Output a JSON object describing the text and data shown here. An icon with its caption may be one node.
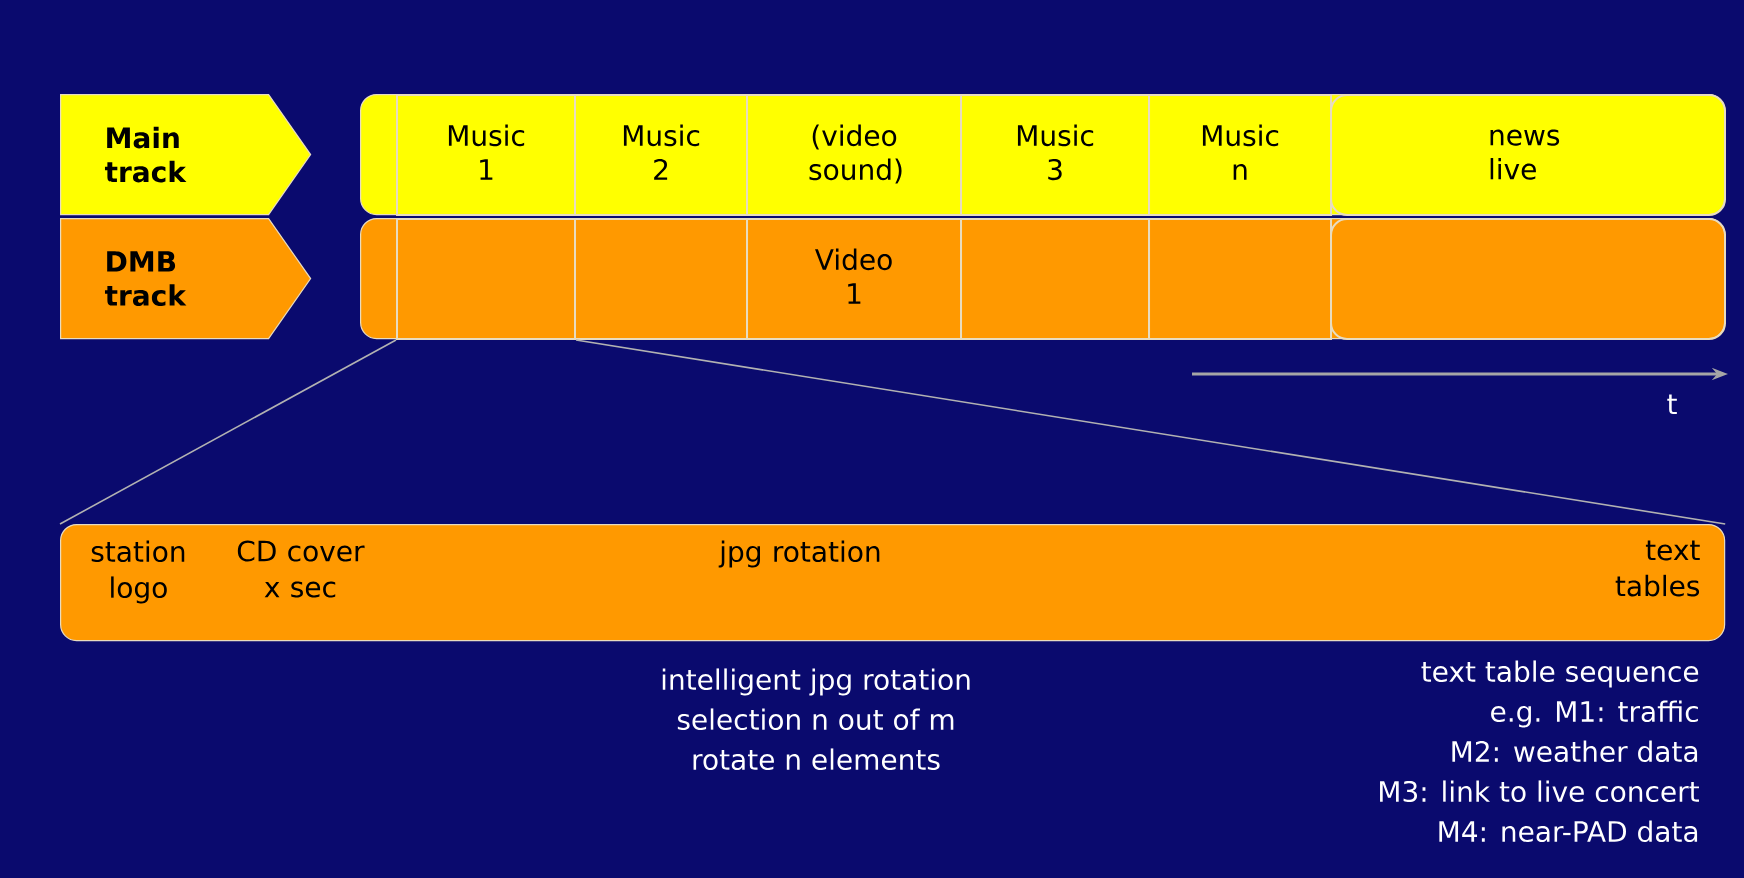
{
  "diagram": {
    "nodes": [
      {
        "text": [
          "Main track"
        ]
      },
      {
        "text": [
          "DMB track"
        ]
      },
      {
        "text": [],
        "shape": "bar"
      },
      {
        "text": [
          "Music 1"
        ],
        "in": 2
      },
      {
        "text": [
          "Music 2"
        ],
        "in": 2
      },
      {
        "text": [
          "(video sound)"
        ],
        "in": 2
      },
      {
        "text": [
          "Music 3"
        ],
        "in": 2
      },
      {
        "text": [
          "Music n"
        ],
        "in": 2
      },
      {
        "text": [
          "news live"
        ],
        "in": 2
      },
      {
        "text": [],
        "shape": "bar"
      },
      {
        "text": [],
        "shape": "box",
        "in": 9
      },
      {
        "text": [],
        "shape": "box",
        "in": 9
      },
      {
        "text": [
          "Video 1"
        ],
        "in": 9
      },
      {
        "text": [],
        "shape": "box",
        "in": 9
      },
      {
        "text": [],
        "shape": "box",
        "in": 9
      },
      {
        "text": [],
        "shape": "box",
        "in": 9
      },
      {
        "text": [],
        "shape": "bar"
      },
      {
        "text": [
          "station logo"
        ],
        "in": 16
      },
      {
        "text": [
          "CD cover x sec"
        ],
        "in": 16
      },
      {
        "text": [
          "jpg rotation"
        ],
        "in": 16
      },
      {
        "text": [
          "text tables"
        ],
        "in": 16
      }
    ],
    "edges": [
      {
        "from": 10,
        "to": 16,
        "arrow": "none"
      },
      {
        "from": 10,
        "to": 16,
        "arrow": "none"
      }
    ],
    "labels": [
      "t",
      "intelligent jpg rotation",
      "selection n out of m",
      "rotate n elements",
      "text table sequence",
      "e.g. M1: traffic",
      "M2: weather data",
      "M3: link to live concert",
      "M4: near-PAD data"
    ]
  }
}
